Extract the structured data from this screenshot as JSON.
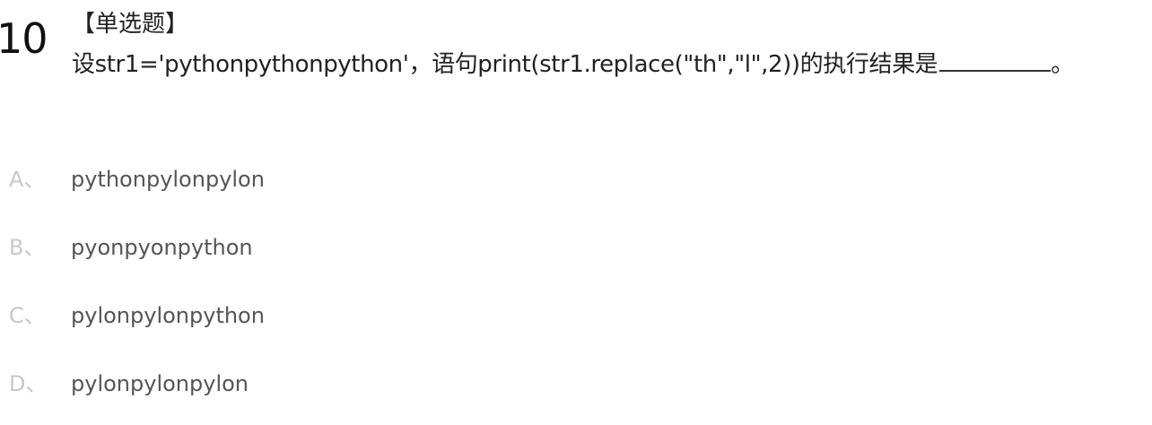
{
  "question": {
    "number": "10",
    "type_label": "【单选题】",
    "text": "设str1='pythonpythonpython'，语句print(str1.replace(\"th\",\"l\",2))的执行结果是",
    "end_punct": "。"
  },
  "options": [
    {
      "letter": "A、",
      "text": "pythonpylonpylon"
    },
    {
      "letter": "B、",
      "text": "pyonpyonpython"
    },
    {
      "letter": "C、",
      "text": "pylonpylonpython"
    },
    {
      "letter": "D、",
      "text": "pylonpylonpylon"
    }
  ]
}
